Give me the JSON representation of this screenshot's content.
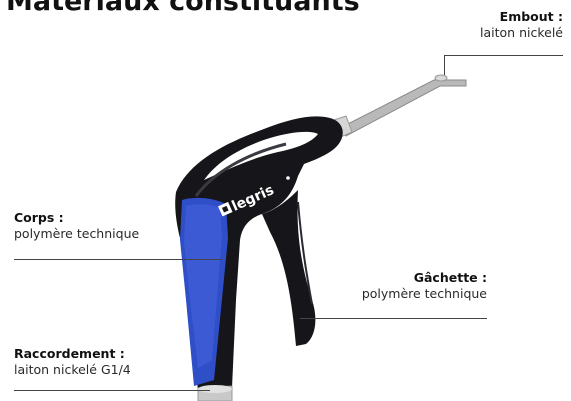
{
  "page": {
    "title": "Matériaux constituants"
  },
  "brand": {
    "logo_text": "legris"
  },
  "parts": {
    "embout": {
      "name": "Embout :",
      "material": "laiton nickelé"
    },
    "corps": {
      "name": "Corps :",
      "material": "polymère technique"
    },
    "gachette": {
      "name": "Gâchette :",
      "material": "polymère technique"
    },
    "raccordement": {
      "name": "Raccordement :",
      "material": "laiton nickelé G1/4"
    }
  },
  "colors": {
    "body_black": "#16161a",
    "grip_blue": "#2f4fc8",
    "metal": "#c9c9c9",
    "leader_line": "#444444"
  }
}
